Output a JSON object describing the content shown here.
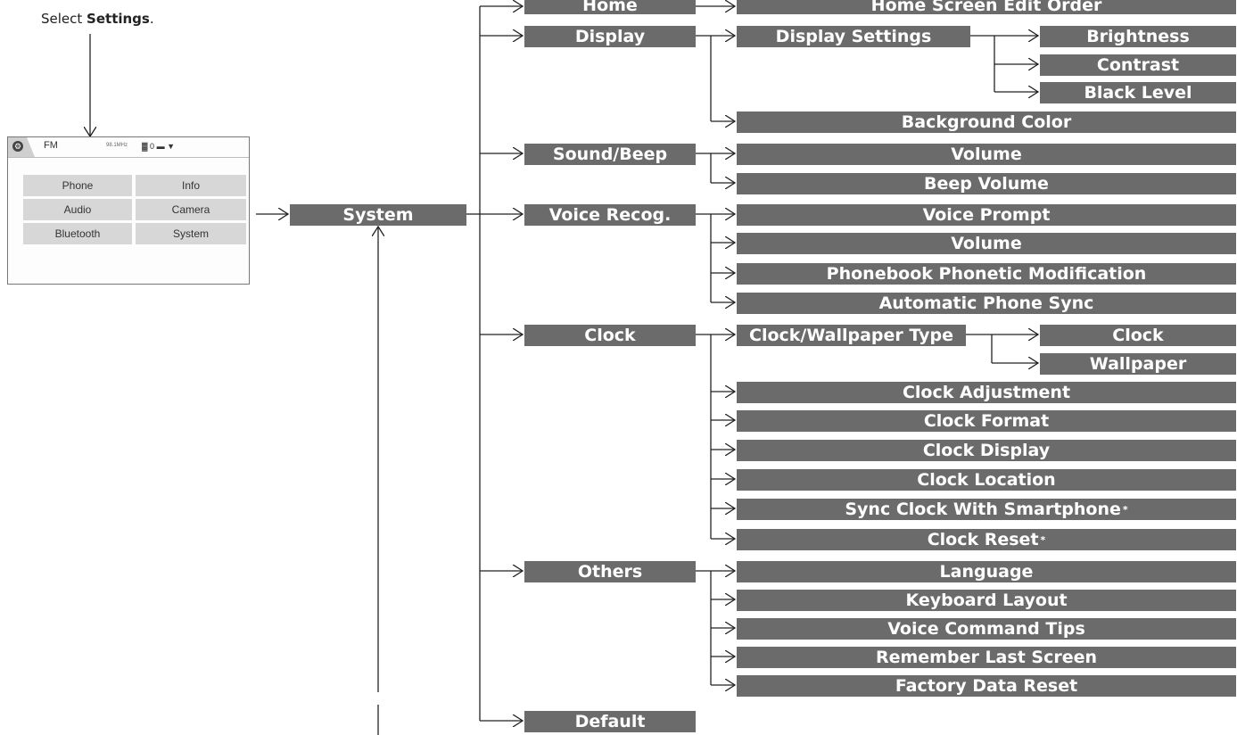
{
  "instruction": {
    "prefix": "Select ",
    "bold": "Settings",
    "suffix": "."
  },
  "screen": {
    "status": {
      "gear_symbol": "⚙",
      "fm": "FM",
      "signal_text": "▓ 0 ▬ ▼",
      "small_text": "98.1MHz"
    },
    "buttons": [
      "Phone",
      "Info",
      "Audio",
      "Camera",
      "Bluetooth",
      "System"
    ]
  },
  "root": "System",
  "categories": [
    "Home",
    "Display",
    "Sound/Beep",
    "Voice Recog.",
    "Clock",
    "Others",
    "Default"
  ],
  "home": {
    "items": [
      "Home Screen Edit Order"
    ]
  },
  "display": {
    "settings": "Display Settings",
    "settings_items": [
      "Brightness",
      "Contrast",
      "Black Level"
    ],
    "items": [
      "Background Color"
    ]
  },
  "sound_beep": {
    "items": [
      "Volume",
      "Beep Volume"
    ]
  },
  "voice_recog": {
    "items": [
      "Voice Prompt",
      "Volume",
      "Phonebook Phonetic Modification",
      "Automatic Phone Sync"
    ]
  },
  "clock": {
    "type": "Clock/Wallpaper Type",
    "type_items": [
      "Clock",
      "Wallpaper"
    ],
    "items": [
      "Clock Adjustment",
      "Clock Format",
      "Clock Display",
      "Clock Location",
      "Sync Clock With Smartphone",
      "Clock Reset"
    ],
    "footnote_mark": "*"
  },
  "others": {
    "items": [
      "Language",
      "Keyboard Layout",
      "Voice Command Tips",
      "Remember Last Screen",
      "Factory Data Reset"
    ]
  },
  "colors": {
    "box": "#6b6b6b",
    "box_text": "#ffffff",
    "line": "#222222"
  }
}
